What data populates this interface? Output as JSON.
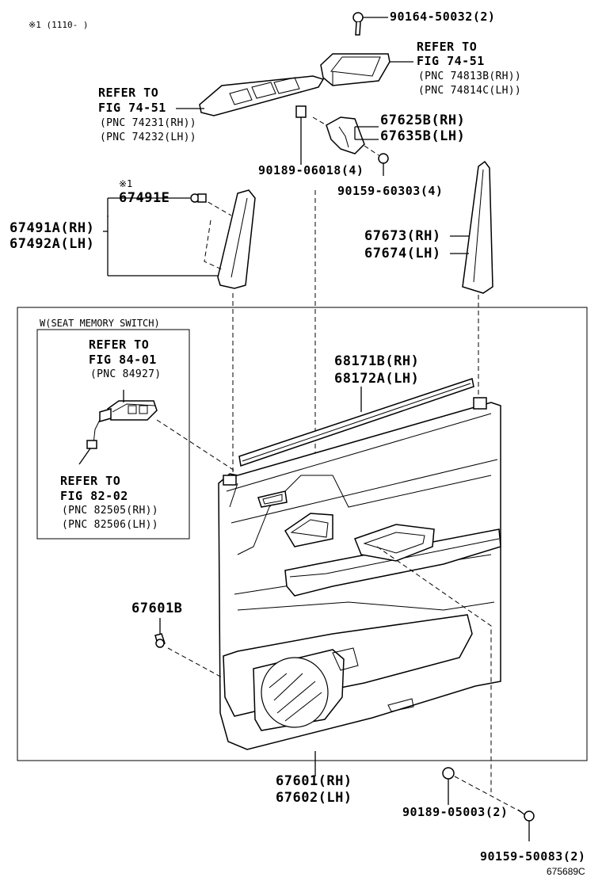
{
  "header_note": "※1 (1110-     )",
  "diagram_code": "675689C",
  "inset_box_title": "W(SEAT MEMORY SWITCH)",
  "labels": {
    "p90164": "90164-50032(2)",
    "refer_fig_74_51_top": "REFER TO",
    "fig_74_51_top": "FIG 74-51",
    "pnc_74813b": "(PNC 74813B(RH))",
    "pnc_74814c": "(PNC 74814C(LH))",
    "refer_fig_74_51_left": "REFER TO",
    "fig_74_51_left": "FIG 74-51",
    "pnc_74231": "(PNC 74231(RH))",
    "pnc_74232": "(PNC 74232(LH))",
    "p67625b": "67625B(RH)",
    "p67635b": "67635B(LH)",
    "p90189_06018": "90189-06018(4)",
    "p90159_60303": "90159-60303(4)",
    "mark1": "※1",
    "p67491e": "67491E",
    "p67491a": "67491A(RH)",
    "p67492a": "67492A(LH)",
    "p67673": "67673(RH)",
    "p67674": "67674(LH)",
    "p68171b": "68171B(RH)",
    "p68172a": "68172A(LH)",
    "refer_fig_84_01": "REFER TO",
    "fig_84_01": "FIG 84-01",
    "pnc_84927": "(PNC 84927)",
    "refer_fig_82_02": "REFER TO",
    "fig_82_02": "FIG 82-02",
    "pnc_82505": "(PNC 82505(RH))",
    "pnc_82506": "(PNC 82506(LH))",
    "p67601b": "67601B",
    "p67601": "67601(RH)",
    "p67602": "67602(LH)",
    "p90189_05003": "90189-05003(2)",
    "p90159_50083": "90159-50083(2)"
  }
}
